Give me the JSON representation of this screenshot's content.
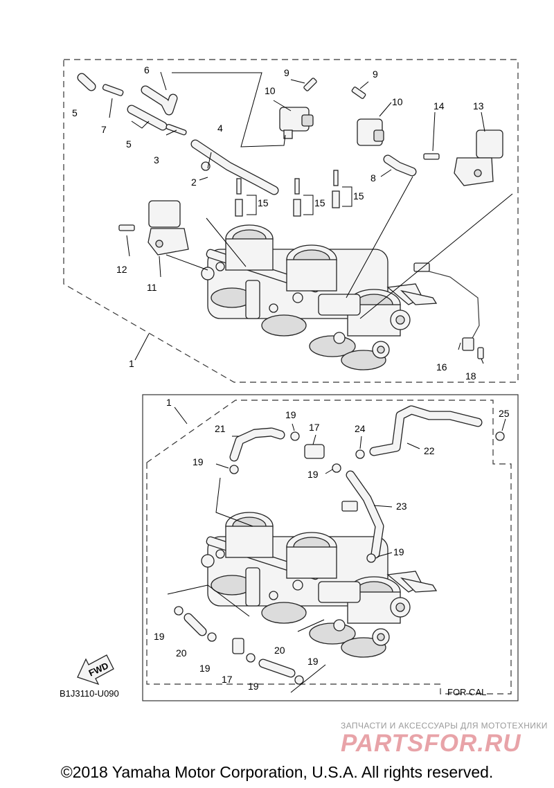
{
  "diagram": {
    "callouts": {
      "c1_top": "1",
      "c2": "2",
      "c3": "3",
      "c4": "4",
      "c5_a": "5",
      "c5_b": "5",
      "c6": "6",
      "c7": "7",
      "c8": "8",
      "c9_a": "9",
      "c9_b": "9",
      "c10_a": "10",
      "c10_b": "10",
      "c11": "11",
      "c12": "12",
      "c13": "13",
      "c14": "14",
      "c15_a": "15",
      "c15_b": "15",
      "c15_c": "15",
      "c16": "16",
      "c18": "18",
      "c1_bottom": "1",
      "c17_a": "17",
      "c17_b": "17",
      "c19_a": "19",
      "c19_b": "19",
      "c19_c": "19",
      "c19_d": "19",
      "c19_e": "19",
      "c19_f": "19",
      "c19_g": "19",
      "c19_h": "19",
      "c20_a": "20",
      "c20_b": "20",
      "c21": "21",
      "c22": "22",
      "c23": "23",
      "c24": "24",
      "c25": "25"
    },
    "fwd_label": "FWD",
    "variant_label": "FOR CAL",
    "figure_code": "B1J3110-U090"
  },
  "watermark": {
    "tagline": "ЗАПЧАСТИ И АКСЕССУАРЫ ДЛЯ МОТОТЕХНИКИ",
    "brand": "PARTSFOR.RU"
  },
  "footer": {
    "copyright": "©2018 Yamaha Motor Corporation, U.S.A. All rights reserved."
  }
}
